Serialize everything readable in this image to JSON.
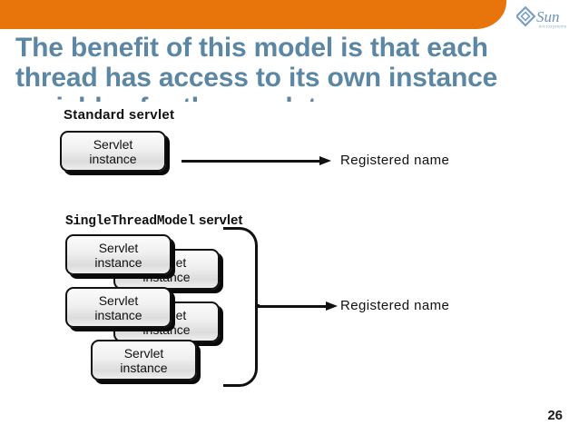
{
  "slide": {
    "title": "The benefit of this model is that each thread has access to its own instance variables for the servlet.",
    "page_number": "26",
    "accent_color": "#e8740c",
    "title_color": "#5b87a5"
  },
  "brand": {
    "name": "Sun",
    "tagline": "microsystems",
    "logo_icon": "sun-diamond-logo-icon",
    "logo_color": "#7a9ec4"
  },
  "diagram": {
    "sections": [
      {
        "label": "Standard servlet",
        "instance_box": "Servlet\ninstance",
        "arrow_icon": "right-arrow-icon",
        "target_label": "Registered name"
      },
      {
        "label_mono": "SingleThreadModel",
        "label_plain": " servlet",
        "instance_boxes": [
          "Servlet\ninstance",
          "Servlet\ninstance",
          "Servlet\ninstance",
          "Servlet\ninstance",
          "Servlet\ninstance"
        ],
        "brace_icon": "vertical-brace-icon",
        "arrow_icon": "right-arrow-icon",
        "target_label": "Registered name"
      }
    ]
  }
}
